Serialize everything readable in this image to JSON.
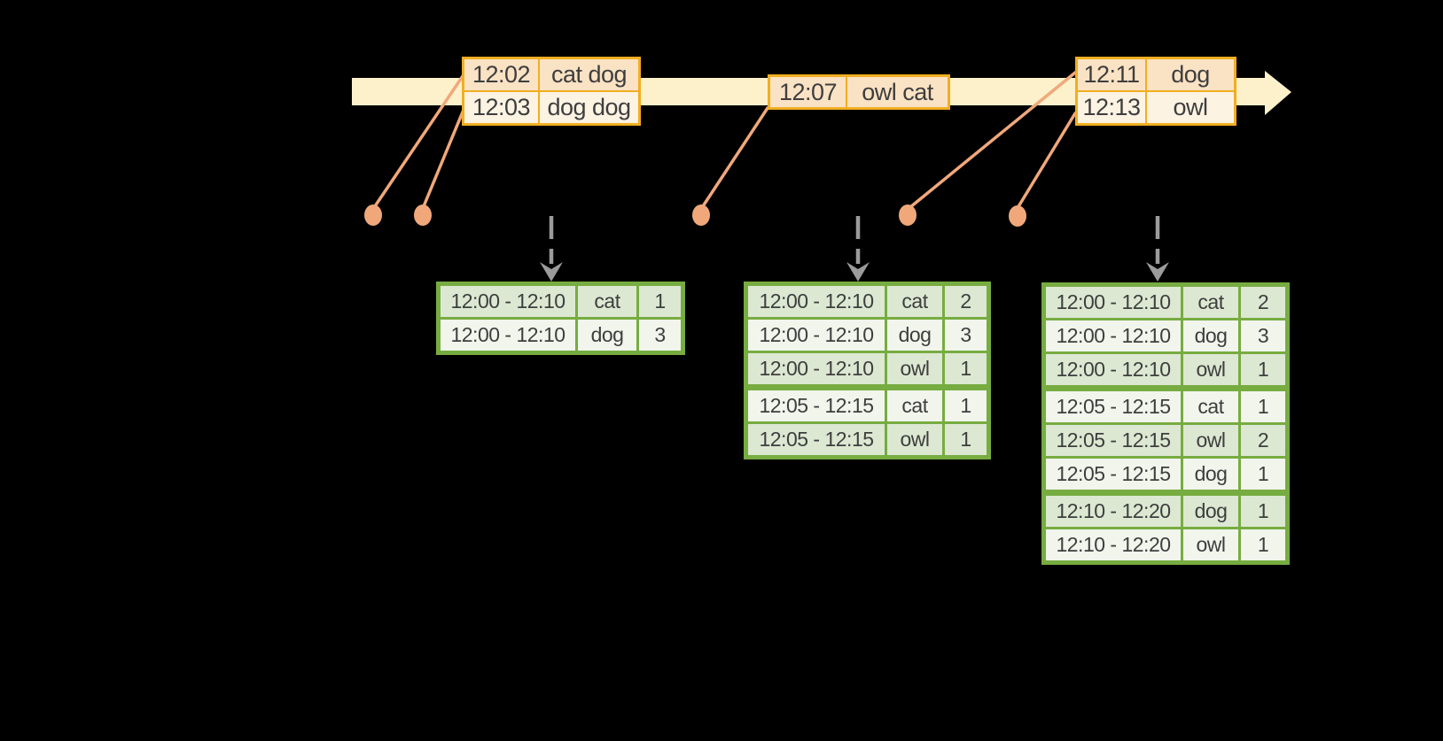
{
  "colors": {
    "background": "#000000",
    "timeline": "#FCF1CA",
    "gold_border": "#F1AE21",
    "row_peach": "#FAE2C4",
    "row_cream": "#FDF3E3",
    "salmon": "#F0A87B",
    "green_border": "#77AC41",
    "row_green_dark": "#DCE8D2",
    "row_green_light": "#F1F5EC",
    "arrow_gray": "#9B9B9B",
    "text_dark": "#3E3E3E"
  },
  "event_tables": [
    {
      "rows": [
        [
          "12:02",
          "cat dog"
        ],
        [
          "12:03",
          "dog dog"
        ]
      ]
    },
    {
      "rows": [
        [
          "12:07",
          "owl cat"
        ]
      ]
    },
    {
      "rows": [
        [
          "12:11",
          "dog"
        ],
        [
          "12:13",
          "owl"
        ]
      ]
    }
  ],
  "result_tables": [
    {
      "rows": [
        [
          "12:00 - 12:10",
          "cat",
          "1"
        ],
        [
          "12:00 - 12:10",
          "dog",
          "3"
        ]
      ]
    },
    {
      "rows": [
        [
          "12:00 - 12:10",
          "cat",
          "2"
        ],
        [
          "12:00 - 12:10",
          "dog",
          "3"
        ],
        [
          "12:00 - 12:10",
          "owl",
          "1"
        ],
        [
          "12:05 - 12:15",
          "cat",
          "1"
        ],
        [
          "12:05 - 12:15",
          "owl",
          "1"
        ]
      ]
    },
    {
      "rows": [
        [
          "12:00 - 12:10",
          "cat",
          "2"
        ],
        [
          "12:00 - 12:10",
          "dog",
          "3"
        ],
        [
          "12:00 - 12:10",
          "owl",
          "1"
        ],
        [
          "12:05 - 12:15",
          "cat",
          "1"
        ],
        [
          "12:05 - 12:15",
          "owl",
          "2"
        ],
        [
          "12:05 - 12:15",
          "dog",
          "1"
        ],
        [
          "12:10 - 12:20",
          "dog",
          "1"
        ],
        [
          "12:10 - 12:20",
          "owl",
          "1"
        ]
      ]
    }
  ]
}
